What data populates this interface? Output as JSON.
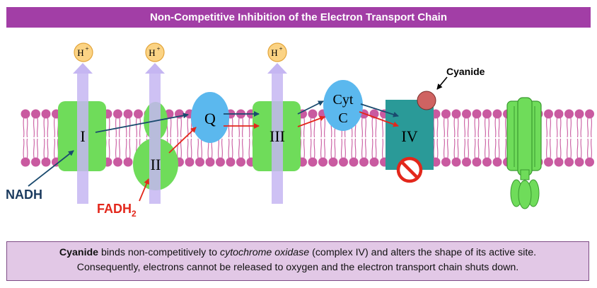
{
  "title": "Non-Competitive Inhibition of the Electron Transport Chain",
  "proton_label": "H",
  "proton_charge": "+",
  "complexes": {
    "I": "I",
    "II": "II",
    "Q": "Q",
    "III": "III",
    "cyt_line1": "Cyt",
    "cyt_line2": "C",
    "IV": "IV"
  },
  "labels": {
    "nadh": "NADH",
    "fadh": "FADH",
    "fadh_sub": "2",
    "cyanide": "Cyanide"
  },
  "caption": {
    "bold_start": "Cyanide",
    "part1": " binds non-competitively to ",
    "italic": "cytochrome oxidase",
    "part2": " (complex IV) and alters the shape of its active site.",
    "line2": "Consequently, electrons cannot be released to oxygen and the electron transport chain shuts down."
  },
  "colors": {
    "title_bg": "#a23ea6",
    "membrane": "#c95aa0",
    "complex_green": "#6fdc5a",
    "mobile_blue": "#5bb8ee",
    "complex_iv": "#2a9a98",
    "proton_channel": "#c5b6f2",
    "proton_circle": "#fbd384",
    "electron_arrow_blue": "#1a4a6e",
    "electron_arrow_red": "#e3271b",
    "cyanide": "#cf6362",
    "inhibit": "#e3271b",
    "caption_bg": "#e2c8e6"
  }
}
